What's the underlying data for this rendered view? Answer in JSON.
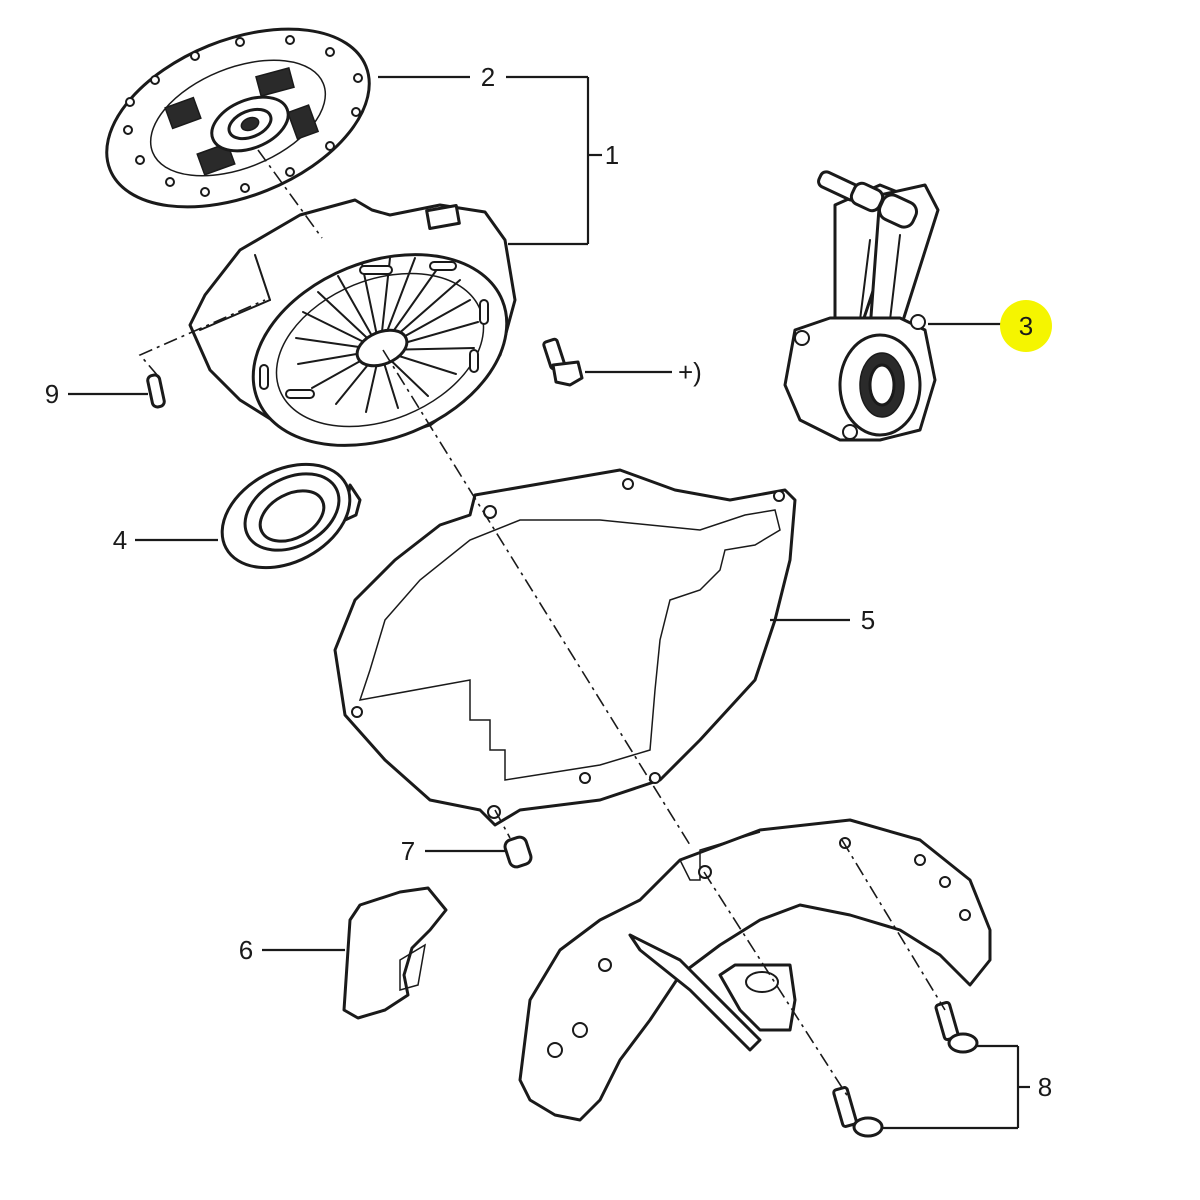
{
  "callouts": {
    "c1": "1",
    "c2": "2",
    "c3": "3",
    "c4": "4",
    "c5": "5",
    "c6": "6",
    "c7": "7",
    "c8": "8",
    "c9": "9",
    "c_plus": "+)"
  },
  "highlight_color": "#f5f500"
}
